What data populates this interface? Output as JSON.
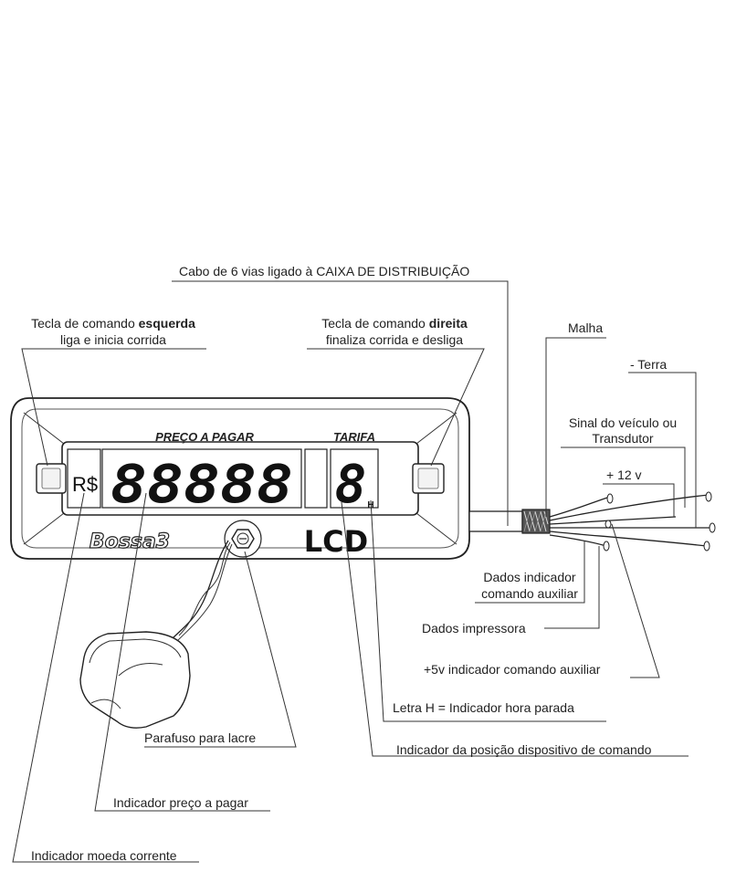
{
  "labels": {
    "cable": "Cabo de 6 vias ligado à CAIXA DE DISTRIBUIÇÃO",
    "left_key_prefix": "Tecla de comando ",
    "left_key_bold": "esquerda",
    "left_key_line2": "liga e inicia corrida",
    "right_key_prefix": "Tecla de comando ",
    "right_key_bold": "direita",
    "right_key_line2": "finaliza corrida e desliga",
    "malha": "Malha",
    "terra": "- Terra",
    "sinal_line1": "Sinal do veículo ou",
    "sinal_line2": "Transdutor",
    "plus12": "+ 12 v",
    "dados_aux_line1": "Dados indicador",
    "dados_aux_line2": "comando auxiliar",
    "dados_impressora": "Dados impressora",
    "plus5v": "+5v indicador comando auxiliar",
    "letra_h": "Letra H = Indicador hora parada",
    "indicador_posicao": "Indicador da posição dispositivo de comando",
    "parafuso": "Parafuso para lacre",
    "indicador_preco": "Indicador preço a pagar",
    "indicador_moeda": "Indicador moeda corrente"
  },
  "device": {
    "preco_label": "PREÇO A PAGAR",
    "tarifa_label": "TARIFA",
    "currency": "R$",
    "price_digits": "88888",
    "tariff_digit": "8",
    "hour_indicator": "H",
    "brand": "Bossa3",
    "display_type": "LCD"
  }
}
